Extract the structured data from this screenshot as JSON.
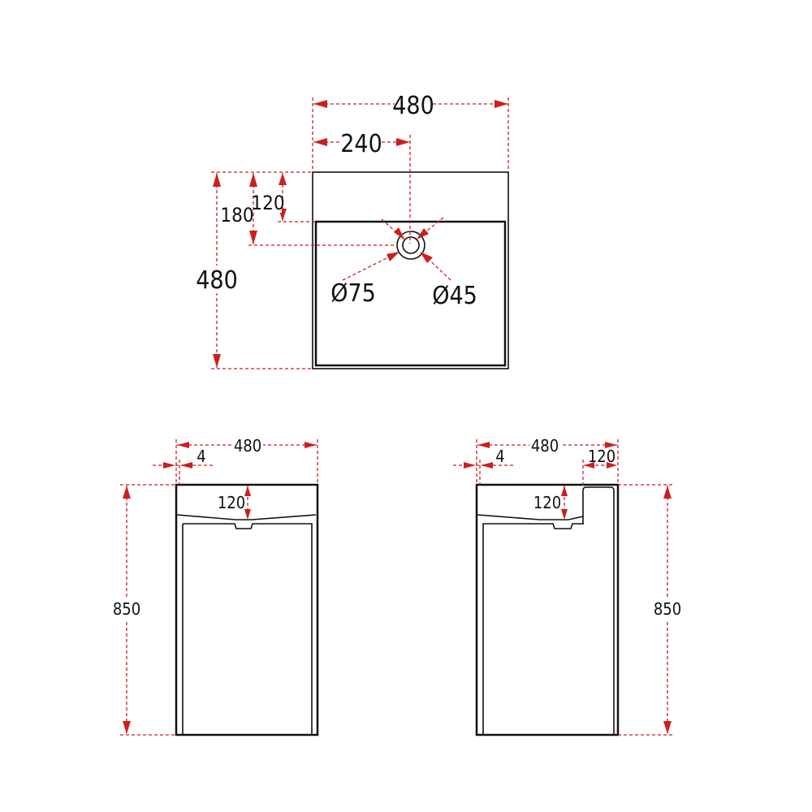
{
  "top_view": {
    "width_label": "480",
    "center_label": "240",
    "depth_label": "480",
    "drain_offset_label": "180",
    "deck_label": "120",
    "outer_diameter_label": "Ø75",
    "inner_diameter_label": "Ø45"
  },
  "front_view": {
    "width_label": "480",
    "wall_label": "4",
    "basin_depth_label": "120",
    "height_label": "850"
  },
  "side_view": {
    "width_label": "480",
    "wall_label": "4",
    "deck_label": "120",
    "basin_depth_label": "120",
    "height_label": "850"
  },
  "colors": {
    "outline": "#111111",
    "dimension": "#cc1f1f"
  }
}
